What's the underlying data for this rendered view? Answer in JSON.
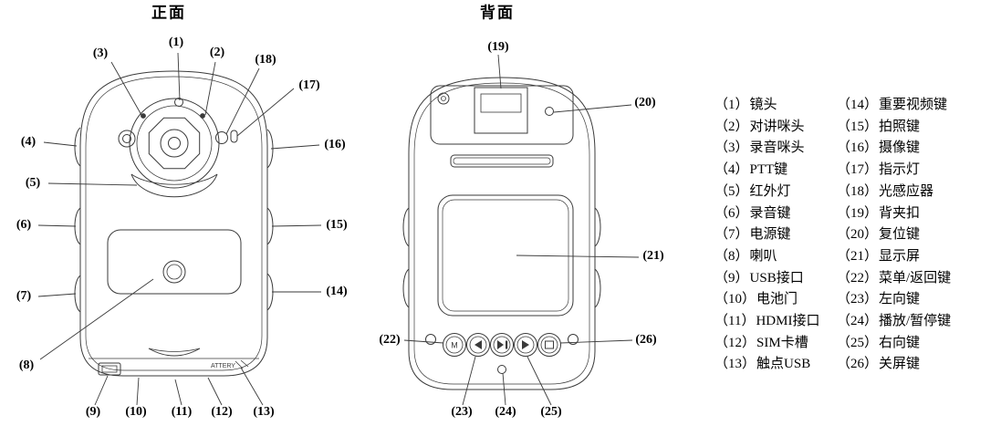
{
  "titles": {
    "front": "正面",
    "back": "背面"
  },
  "callouts": {
    "c1": "(1)",
    "c2": "(2)",
    "c3": "(3)",
    "c4": "(4)",
    "c5": "(5)",
    "c6": "(6)",
    "c7": "(7)",
    "c8": "(8)",
    "c9": "(9)",
    "c10": "(10)",
    "c11": "(11)",
    "c12": "(12)",
    "c13": "(13)",
    "c14": "(14)",
    "c15": "(15)",
    "c16": "(16)",
    "c17": "(17)",
    "c18": "(18)",
    "c19": "(19)",
    "c20": "(20)",
    "c21": "(21)",
    "c22": "(22)",
    "c23": "(23)",
    "c24": "(24)",
    "c25": "(25)",
    "c26": "(26)"
  },
  "device_labels": {
    "front_bottom": "ATTERY",
    "menu_button_glyph": "M"
  },
  "legend": {
    "col1": [
      {
        "num": "（1）",
        "name": "镜头"
      },
      {
        "num": "（2）",
        "name": "对讲咪头"
      },
      {
        "num": "（3）",
        "name": "录音咪头"
      },
      {
        "num": "（4）",
        "name": "PTT键"
      },
      {
        "num": "（5）",
        "name": "红外灯"
      },
      {
        "num": "（6）",
        "name": "录音键"
      },
      {
        "num": "（7）",
        "name": "电源键"
      },
      {
        "num": "（8）",
        "name": "喇叭"
      },
      {
        "num": "（9）",
        "name": "USB接口"
      },
      {
        "num": "（10）",
        "name": "电池门"
      },
      {
        "num": "（11）",
        "name": "HDMI接口"
      },
      {
        "num": "（12）",
        "name": "SIM卡槽"
      },
      {
        "num": "（13）",
        "name": "触点USB"
      }
    ],
    "col2": [
      {
        "num": "（14）",
        "name": "重要视频键"
      },
      {
        "num": "（15）",
        "name": "拍照键"
      },
      {
        "num": "（16）",
        "name": "摄像键"
      },
      {
        "num": "（17）",
        "name": "指示灯"
      },
      {
        "num": "（18）",
        "name": "光感应器"
      },
      {
        "num": "（19）",
        "name": "背夹扣"
      },
      {
        "num": "（20）",
        "name": "复位键"
      },
      {
        "num": "（21）",
        "name": "显示屏"
      },
      {
        "num": "（22）",
        "name": "菜单/返回键"
      },
      {
        "num": "（23）",
        "name": "左向键"
      },
      {
        "num": "（24）",
        "name": "播放/暂停键"
      },
      {
        "num": "（25）",
        "name": "右向键"
      },
      {
        "num": "（26）",
        "name": "关屏键"
      }
    ]
  }
}
